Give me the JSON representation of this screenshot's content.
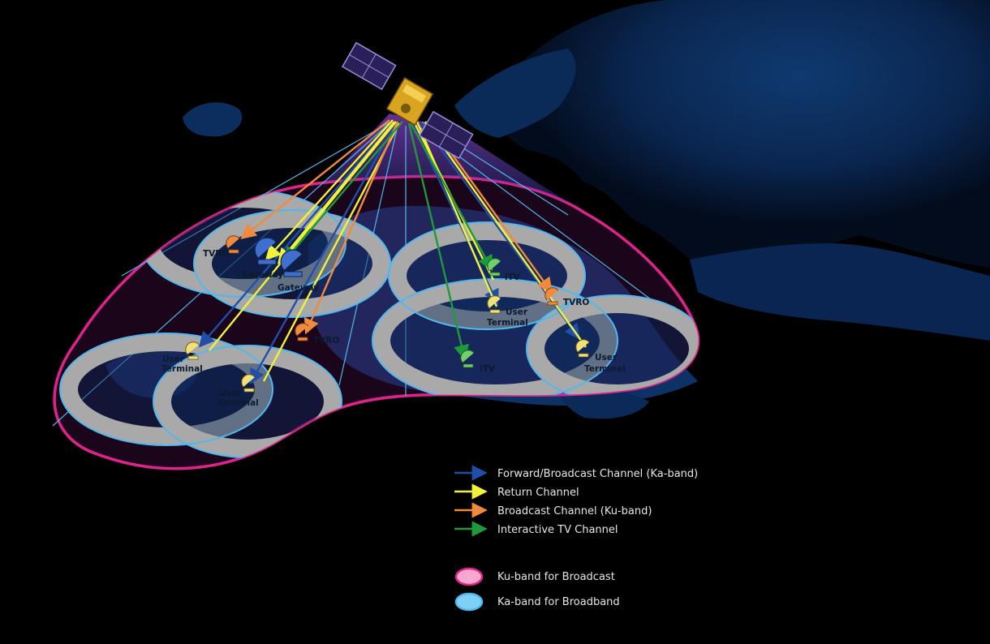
{
  "legend": {
    "lines": [
      {
        "label": "Forward/Broadcast Channel (Ka-band)",
        "color": "#1f4fa8"
      },
      {
        "label": "Return Channel",
        "color": "#f2f23a"
      },
      {
        "label": "Broadcast Channel (Ku-band)",
        "color": "#f08a3c"
      },
      {
        "label": "Interactive TV Channel",
        "color": "#1f9a3a"
      }
    ],
    "areas": [
      {
        "label": "Ku-band for Broadcast",
        "color": "#f7a8cf"
      },
      {
        "label": "Ka-band for Broadband",
        "color": "#7fd0f5"
      }
    ]
  },
  "nodes": {
    "tvro_1": "TVRO",
    "gateway_1": "Gateway",
    "gateway_2": "Gateway",
    "tvro_2": "TVRO",
    "user_1_line1": "User",
    "user_1_line2": "Terminal",
    "user_2_line1": "User",
    "user_2_line2": "Terminal",
    "itv_1": "iTV",
    "user_3_line1": "User",
    "user_3_line2": "Terminal",
    "tvro_3": "TVRO",
    "itv_2": "iTV",
    "user_4_line1": "User",
    "user_4_line2": "Terminal"
  },
  "colors": {
    "ku_outline": "#e0238c",
    "ka_outline": "#4fb8f0",
    "spot_ring": "#a9a9a9",
    "land": "#0b2a55",
    "sea": "#000000"
  }
}
